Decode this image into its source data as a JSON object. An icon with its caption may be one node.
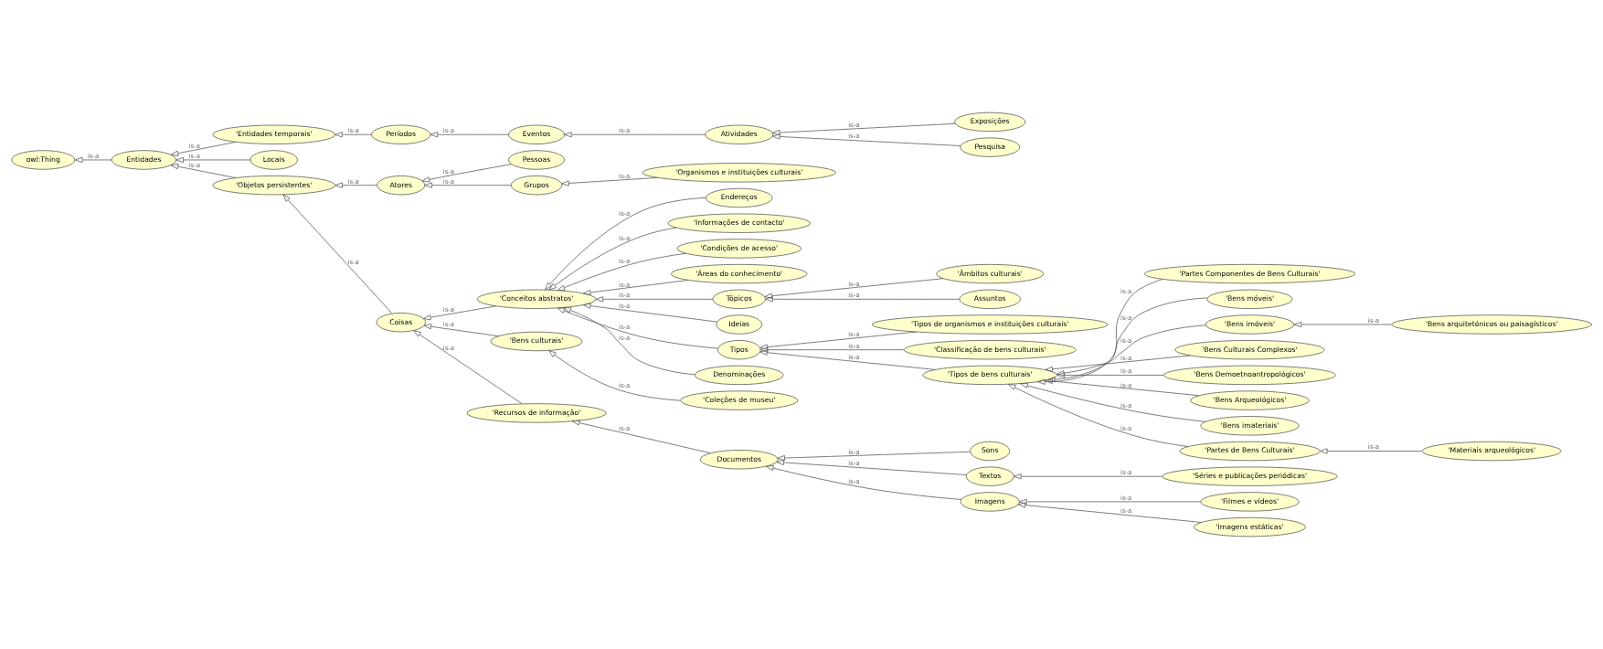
{
  "diagram": {
    "nodes": [
      {
        "text": [
          "owl:Thing"
        ]
      },
      {
        "text": [
          "Entidades"
        ]
      },
      {
        "text": [
          "'Entidades temporais'"
        ]
      },
      {
        "text": [
          "Locais"
        ]
      },
      {
        "text": [
          "'Objetos persistentes'"
        ]
      },
      {
        "text": [
          "Períodos"
        ]
      },
      {
        "text": [
          "Atores"
        ]
      },
      {
        "text": [
          "Eventos"
        ]
      },
      {
        "text": [
          "Pessoas"
        ]
      },
      {
        "text": [
          "Grupos"
        ]
      },
      {
        "text": [
          "Atividades"
        ]
      },
      {
        "text": [
          "'Organismos e instituições culturais'"
        ]
      },
      {
        "text": [
          "Exposições"
        ]
      },
      {
        "text": [
          "Pesquisa"
        ]
      },
      {
        "text": [
          "Coisas"
        ]
      },
      {
        "text": [
          "'Conceitos abstratos'"
        ]
      },
      {
        "text": [
          "'Bens culturais'"
        ]
      },
      {
        "text": [
          "'Recursos de informação'"
        ]
      },
      {
        "text": [
          "Endereços"
        ]
      },
      {
        "text": [
          "'Informações de contacto'"
        ]
      },
      {
        "text": [
          "'Condições de acesso'"
        ]
      },
      {
        "text": [
          "'Áreas do conhecimento'"
        ]
      },
      {
        "text": [
          "Tópicos"
        ]
      },
      {
        "text": [
          "Ideias"
        ]
      },
      {
        "text": [
          "Tipos"
        ]
      },
      {
        "text": [
          "Denominações"
        ]
      },
      {
        "text": [
          "'Coleções de museu'"
        ]
      },
      {
        "text": [
          "Documentos"
        ]
      },
      {
        "text": [
          "'Âmbitos culturais'"
        ]
      },
      {
        "text": [
          "Assuntos"
        ]
      },
      {
        "text": [
          "'Tipos de organismos e instituições culturais'"
        ]
      },
      {
        "text": [
          "'Classificação de bens culturais'"
        ]
      },
      {
        "text": [
          "'Tipos de bens culturais'"
        ]
      },
      {
        "text": [
          "Sons"
        ]
      },
      {
        "text": [
          "Textos"
        ]
      },
      {
        "text": [
          "Imagens"
        ]
      },
      {
        "text": [
          "'Partes Componentes de Bens Culturais'"
        ]
      },
      {
        "text": [
          "'Bens móveis'"
        ]
      },
      {
        "text": [
          "'Bens imóveis'"
        ]
      },
      {
        "text": [
          "'Bens Culturais Complexos'"
        ]
      },
      {
        "text": [
          "'Bens Demoetnoantropológicos'"
        ]
      },
      {
        "text": [
          "'Bens Arqueológicos'"
        ]
      },
      {
        "text": [
          "'Bens imateriais'"
        ]
      },
      {
        "text": [
          "'Partes de Bens Culturais'"
        ]
      },
      {
        "text": [
          "'Séries e publicações periódicas'"
        ]
      },
      {
        "text": [
          "'Filmes e vídeos'"
        ]
      },
      {
        "text": [
          "'Imagens estáticas'"
        ]
      },
      {
        "text": [
          "'Bens arquitetónicos ou paisagísticos'"
        ]
      },
      {
        "text": [
          "'Materiais arqueológicos'"
        ]
      }
    ],
    "edges": [
      {
        "from": 1,
        "to": 0,
        "arrow": "to",
        "label": "is-a"
      },
      {
        "from": 2,
        "to": 1,
        "arrow": "to",
        "label": "is-a"
      },
      {
        "from": 3,
        "to": 1,
        "arrow": "to",
        "label": "is-a"
      },
      {
        "from": 4,
        "to": 1,
        "arrow": "to",
        "label": "is-a"
      },
      {
        "from": 5,
        "to": 2,
        "arrow": "to",
        "label": "is-a"
      },
      {
        "from": 6,
        "to": 4,
        "arrow": "to",
        "label": "is-a"
      },
      {
        "from": 7,
        "to": 5,
        "arrow": "to",
        "label": "is-a"
      },
      {
        "from": 8,
        "to": 6,
        "arrow": "to",
        "label": "is-a"
      },
      {
        "from": 9,
        "to": 6,
        "arrow": "to",
        "label": "is-a"
      },
      {
        "from": 10,
        "to": 7,
        "arrow": "to",
        "label": "is-a"
      },
      {
        "from": 11,
        "to": 9,
        "arrow": "to",
        "label": "is-a"
      },
      {
        "from": 12,
        "to": 10,
        "arrow": "to",
        "label": "is-a"
      },
      {
        "from": 13,
        "to": 10,
        "arrow": "to",
        "label": "is-a"
      },
      {
        "from": 14,
        "to": 4,
        "arrow": "to",
        "label": "is-a"
      },
      {
        "from": 15,
        "to": 14,
        "arrow": "to",
        "label": "is-a"
      },
      {
        "from": 16,
        "to": 14,
        "arrow": "to",
        "label": "is-a"
      },
      {
        "from": 17,
        "to": 14,
        "arrow": "to",
        "label": "is-a"
      },
      {
        "from": 18,
        "to": 15,
        "arrow": "to",
        "label": "is-a"
      },
      {
        "from": 19,
        "to": 15,
        "arrow": "to",
        "label": "is-a"
      },
      {
        "from": 20,
        "to": 15,
        "arrow": "to",
        "label": "is-a"
      },
      {
        "from": 21,
        "to": 15,
        "arrow": "to",
        "label": "is-a"
      },
      {
        "from": 22,
        "to": 15,
        "arrow": "to",
        "label": "is-a"
      },
      {
        "from": 23,
        "to": 15,
        "arrow": "to",
        "label": "is-a"
      },
      {
        "from": 24,
        "to": 15,
        "arrow": "to",
        "label": "is-a"
      },
      {
        "from": 25,
        "to": 15,
        "arrow": "to",
        "label": "is-a"
      },
      {
        "from": 26,
        "to": 16,
        "arrow": "to",
        "label": "is-a"
      },
      {
        "from": 27,
        "to": 17,
        "arrow": "to",
        "label": "is-a"
      },
      {
        "from": 28,
        "to": 22,
        "arrow": "to",
        "label": "is-a"
      },
      {
        "from": 29,
        "to": 22,
        "arrow": "to",
        "label": "is-a"
      },
      {
        "from": 30,
        "to": 24,
        "arrow": "to",
        "label": "is-a"
      },
      {
        "from": 31,
        "to": 24,
        "arrow": "to",
        "label": "is-a"
      },
      {
        "from": 32,
        "to": 24,
        "arrow": "to",
        "label": "is-a"
      },
      {
        "from": 33,
        "to": 27,
        "arrow": "to",
        "label": "is-a"
      },
      {
        "from": 34,
        "to": 27,
        "arrow": "to",
        "label": "is-a"
      },
      {
        "from": 35,
        "to": 27,
        "arrow": "to",
        "label": "is-a"
      },
      {
        "from": 36,
        "to": 32,
        "arrow": "to",
        "label": "is-a"
      },
      {
        "from": 37,
        "to": 32,
        "arrow": "to",
        "label": "is-a"
      },
      {
        "from": 38,
        "to": 32,
        "arrow": "to",
        "label": "is-a"
      },
      {
        "from": 39,
        "to": 32,
        "arrow": "to",
        "label": "is-a"
      },
      {
        "from": 40,
        "to": 32,
        "arrow": "to",
        "label": "is-a"
      },
      {
        "from": 41,
        "to": 32,
        "arrow": "to",
        "label": "is-a"
      },
      {
        "from": 42,
        "to": 32,
        "arrow": "to",
        "label": "is-a"
      },
      {
        "from": 43,
        "to": 32,
        "arrow": "to",
        "label": "is-a"
      },
      {
        "from": 44,
        "to": 34,
        "arrow": "to",
        "label": "is-a"
      },
      {
        "from": 45,
        "to": 35,
        "arrow": "to",
        "label": "is-a"
      },
      {
        "from": 46,
        "to": 35,
        "arrow": "to",
        "label": "is-a"
      },
      {
        "from": 47,
        "to": 38,
        "arrow": "to",
        "label": "is-a"
      },
      {
        "from": 48,
        "to": 43,
        "arrow": "to",
        "label": "is-a"
      }
    ]
  }
}
